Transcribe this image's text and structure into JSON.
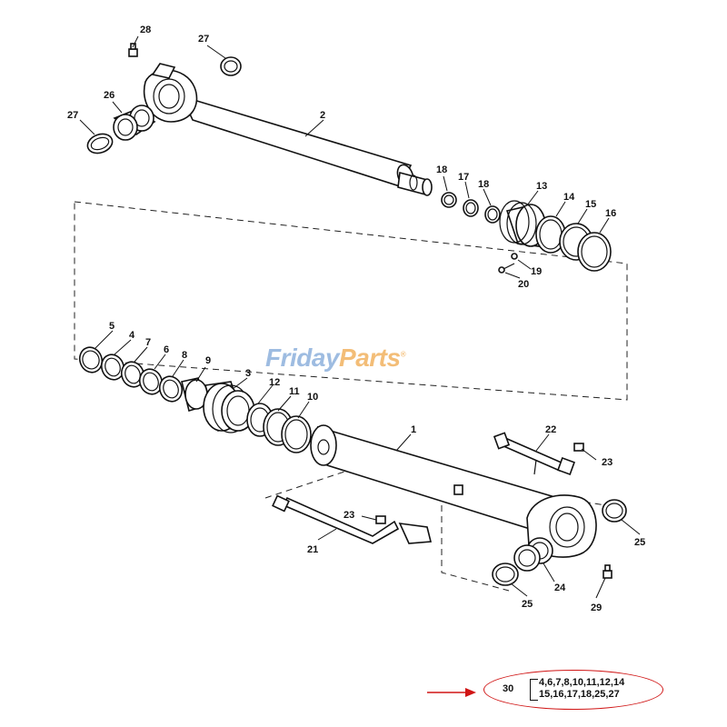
{
  "watermark": {
    "part1": "Friday",
    "part2": "Parts",
    "mark": "®"
  },
  "callouts": {
    "c1": "1",
    "c2": "2",
    "c3": "3",
    "c4": "4",
    "c5": "5",
    "c6": "6",
    "c7": "7",
    "c8": "8",
    "c9": "9",
    "c10": "10",
    "c11": "11",
    "c12": "12",
    "c13": "13",
    "c14": "14",
    "c15": "15",
    "c16": "16",
    "c17": "17",
    "c18a": "18",
    "c18b": "18",
    "c19": "19",
    "c20": "20",
    "c21": "21",
    "c22": "22",
    "c23a": "23",
    "c23b": "23",
    "c24": "24",
    "c25a": "25",
    "c25b": "25",
    "c26": "26",
    "c27a": "27",
    "c27b": "27",
    "c28": "28",
    "c29": "29"
  },
  "seal_kit": {
    "number": "30",
    "line1": "4,6,7,8,10,11,12,14",
    "line2": "15,16,17,18,25,27"
  },
  "colors": {
    "kit_ellipse": "#d01515",
    "arrow": "#d01515",
    "watermark_blue": "#7ea6d8",
    "watermark_orange": "#f0a84a"
  }
}
